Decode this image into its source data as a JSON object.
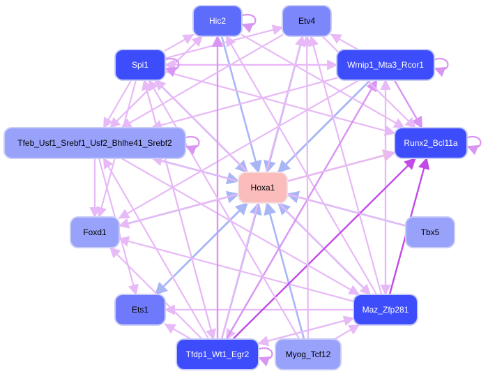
{
  "colors": {
    "background": "#ffffff",
    "node_strong": "#3d4dfb",
    "node_medium": "#5e6cfb",
    "node_light": "#98a2fb",
    "node_target": "#fbbcbc",
    "node_border": "#c8ccf6",
    "edge_light_purple": "#e7b9f6",
    "edge_mid_purple": "#d995f2",
    "edge_strong_purple": "#c14ae8",
    "edge_blue": "#a9b6f6",
    "edge_pink": "#f6c0c0"
  },
  "nodes": [
    {
      "id": "hic2",
      "label": "Hic2",
      "fill": "#5e6cfb",
      "text_color": "#ffffff"
    },
    {
      "id": "etv4",
      "label": "Etv4",
      "fill": "#7c87fb",
      "text_color": "#000000"
    },
    {
      "id": "spi1",
      "label": "Spi1",
      "fill": "#3d4dfb",
      "text_color": "#ffffff"
    },
    {
      "id": "wrnip1",
      "label": "Wrnip1_Mta3_Rcor1",
      "fill": "#3d4dfb",
      "text_color": "#ffffff"
    },
    {
      "id": "tfeb",
      "label": "Tfeb_Usf1_Srebf1_Usf2_Bhlhe41_Srebf2",
      "fill": "#98a2fb",
      "text_color": "#000000"
    },
    {
      "id": "runx2",
      "label": "Runx2_Bcl11a",
      "fill": "#3d4dfb",
      "text_color": "#ffffff"
    },
    {
      "id": "hoxa1",
      "label": "Hoxa1",
      "fill": "#fbbcbc",
      "text_color": "#000000"
    },
    {
      "id": "foxd1",
      "label": "Foxd1",
      "fill": "#98a2fb",
      "text_color": "#000000"
    },
    {
      "id": "tbx5",
      "label": "Tbx5",
      "fill": "#98a2fb",
      "text_color": "#000000"
    },
    {
      "id": "ets1",
      "label": "Ets1",
      "fill": "#6e7afb",
      "text_color": "#000000"
    },
    {
      "id": "maz",
      "label": "Maz_Zfp281",
      "fill": "#3d4dfb",
      "text_color": "#ffffff"
    },
    {
      "id": "tfdp1",
      "label": "Tfdp1_Wt1_Egr2",
      "fill": "#3d4dfb",
      "text_color": "#ffffff"
    },
    {
      "id": "myog",
      "label": "Myog_Tcf12",
      "fill": "#98a2fb",
      "text_color": "#000000"
    }
  ],
  "edges": [
    {
      "from": "spi1",
      "to": "hoxa1",
      "color": "edge_blue"
    },
    {
      "from": "tfeb",
      "to": "hoxa1",
      "color": "edge_blue"
    },
    {
      "from": "hic2",
      "to": "hoxa1",
      "color": "edge_blue"
    },
    {
      "from": "etv4",
      "to": "hoxa1",
      "color": "edge_blue"
    },
    {
      "from": "wrnip1",
      "to": "hoxa1",
      "color": "edge_blue"
    },
    {
      "from": "foxd1",
      "to": "hoxa1",
      "color": "edge_blue"
    },
    {
      "from": "tbx5",
      "to": "hoxa1",
      "color": "edge_blue"
    },
    {
      "from": "maz",
      "to": "hoxa1",
      "color": "edge_blue"
    },
    {
      "from": "ets1",
      "to": "hoxa1",
      "color": "edge_blue"
    },
    {
      "from": "myog",
      "to": "hoxa1",
      "color": "edge_blue"
    },
    {
      "from": "tfdp1",
      "to": "hoxa1",
      "color": "edge_blue"
    },
    {
      "from": "hoxa1",
      "to": "runx2",
      "color": "edge_pink"
    },
    {
      "from": "wrnip1",
      "to": "ets1",
      "color": "edge_blue"
    },
    {
      "from": "spi1",
      "to": "hic2",
      "color": "edge_light_purple"
    },
    {
      "from": "spi1",
      "to": "etv4",
      "color": "edge_light_purple"
    },
    {
      "from": "spi1",
      "to": "wrnip1",
      "color": "edge_light_purple"
    },
    {
      "from": "spi1",
      "to": "runx2",
      "color": "edge_light_purple"
    },
    {
      "from": "spi1",
      "to": "tfeb",
      "color": "edge_light_purple"
    },
    {
      "from": "spi1",
      "to": "foxd1",
      "color": "edge_light_purple"
    },
    {
      "from": "spi1",
      "to": "tfdp1",
      "color": "edge_light_purple"
    },
    {
      "from": "spi1",
      "to": "maz",
      "color": "edge_light_purple"
    },
    {
      "from": "hic2",
      "to": "tfeb",
      "color": "edge_light_purple"
    },
    {
      "from": "hic2",
      "to": "runx2",
      "color": "edge_light_purple"
    },
    {
      "from": "wrnip1",
      "to": "etv4",
      "color": "edge_light_purple"
    },
    {
      "from": "wrnip1",
      "to": "spi1",
      "color": "edge_light_purple"
    },
    {
      "from": "wrnip1",
      "to": "tfeb",
      "color": "edge_light_purple"
    },
    {
      "from": "wrnip1",
      "to": "runx2",
      "color": "edge_mid_purple"
    },
    {
      "from": "wrnip1",
      "to": "foxd1",
      "color": "edge_light_purple"
    },
    {
      "from": "wrnip1",
      "to": "maz",
      "color": "edge_light_purple"
    },
    {
      "from": "wrnip1",
      "to": "tfdp1",
      "color": "edge_light_purple"
    },
    {
      "from": "tfeb",
      "to": "hic2",
      "color": "edge_light_purple"
    },
    {
      "from": "tfeb",
      "to": "foxd1",
      "color": "edge_light_purple"
    },
    {
      "from": "tfeb",
      "to": "ets1",
      "color": "edge_light_purple"
    },
    {
      "from": "tfeb",
      "to": "maz",
      "color": "edge_light_purple"
    },
    {
      "from": "maz",
      "to": "runx2",
      "color": "edge_strong_purple"
    },
    {
      "from": "maz",
      "to": "etv4",
      "color": "edge_light_purple"
    },
    {
      "from": "maz",
      "to": "hic2",
      "color": "edge_light_purple"
    },
    {
      "from": "maz",
      "to": "spi1",
      "color": "edge_light_purple"
    },
    {
      "from": "maz",
      "to": "foxd1",
      "color": "edge_light_purple"
    },
    {
      "from": "maz",
      "to": "ets1",
      "color": "edge_light_purple"
    },
    {
      "from": "maz",
      "to": "tfdp1",
      "color": "edge_light_purple"
    },
    {
      "from": "maz",
      "to": "wrnip1",
      "color": "edge_light_purple"
    },
    {
      "from": "tfdp1",
      "to": "runx2",
      "color": "edge_strong_purple"
    },
    {
      "from": "tfdp1",
      "to": "wrnip1",
      "color": "edge_mid_purple"
    },
    {
      "from": "tfdp1",
      "to": "etv4",
      "color": "edge_light_purple"
    },
    {
      "from": "tfdp1",
      "to": "hic2",
      "color": "edge_mid_purple"
    },
    {
      "from": "tfdp1",
      "to": "spi1",
      "color": "edge_light_purple"
    },
    {
      "from": "tfdp1",
      "to": "tfeb",
      "color": "edge_light_purple"
    },
    {
      "from": "tfdp1",
      "to": "ets1",
      "color": "edge_light_purple"
    },
    {
      "from": "tfdp1",
      "to": "maz",
      "color": "edge_light_purple"
    },
    {
      "from": "tfdp1",
      "to": "foxd1",
      "color": "edge_light_purple"
    },
    {
      "from": "myog",
      "to": "etv4",
      "color": "edge_light_purple"
    },
    {
      "from": "myog",
      "to": "spi1",
      "color": "edge_light_purple"
    },
    {
      "from": "myog",
      "to": "maz",
      "color": "edge_light_purple"
    },
    {
      "from": "foxd1",
      "to": "runx2",
      "color": "edge_light_purple"
    },
    {
      "from": "runx2",
      "to": "foxd1",
      "color": "edge_light_purple"
    },
    {
      "from": "tbx5",
      "to": "tfeb",
      "color": "edge_light_purple"
    },
    {
      "from": "etv4",
      "to": "runx2",
      "color": "edge_light_purple"
    },
    {
      "from": "etv4",
      "to": "tfeb",
      "color": "edge_light_purple"
    }
  ],
  "self_loops": [
    "hic2",
    "spi1",
    "wrnip1",
    "tfeb",
    "runx2",
    "tfdp1"
  ]
}
